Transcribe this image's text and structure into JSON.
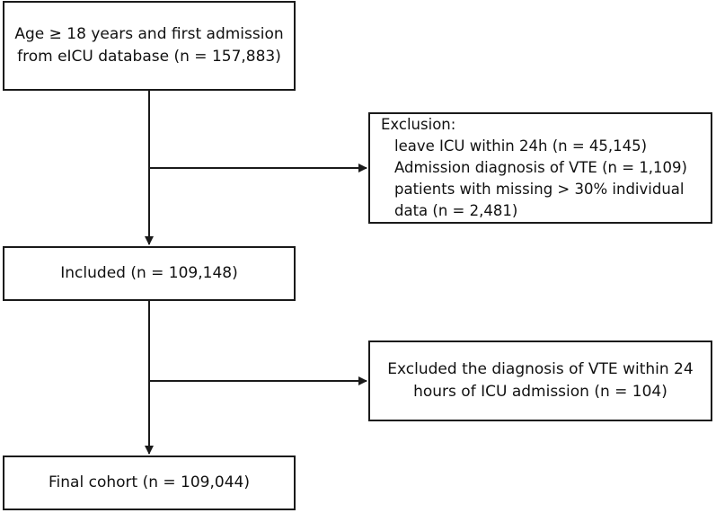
{
  "flowchart": {
    "start_box": {
      "lines": [
        "Age ≥ 18 years and first admission",
        "from eICU database (n = 157,883)"
      ]
    },
    "exclusion_box_1": {
      "title": "Exclusion:",
      "items": [
        "leave ICU within 24h (n = 45,145)",
        "Admission diagnosis of VTE (n = 1,109)",
        "patients with missing > 30% individual",
        "data (n = 2,481)"
      ]
    },
    "included_box": {
      "text": "Included (n = 109,148)"
    },
    "exclusion_box_2": {
      "lines": [
        "Excluded the diagnosis of VTE within 24",
        "hours of ICU admission (n = 104)"
      ]
    },
    "final_box": {
      "text": "Final cohort (n = 109,044)"
    },
    "colors": {
      "stroke": "#1a1a1a",
      "background": "#ffffff",
      "text": "#111111"
    }
  }
}
